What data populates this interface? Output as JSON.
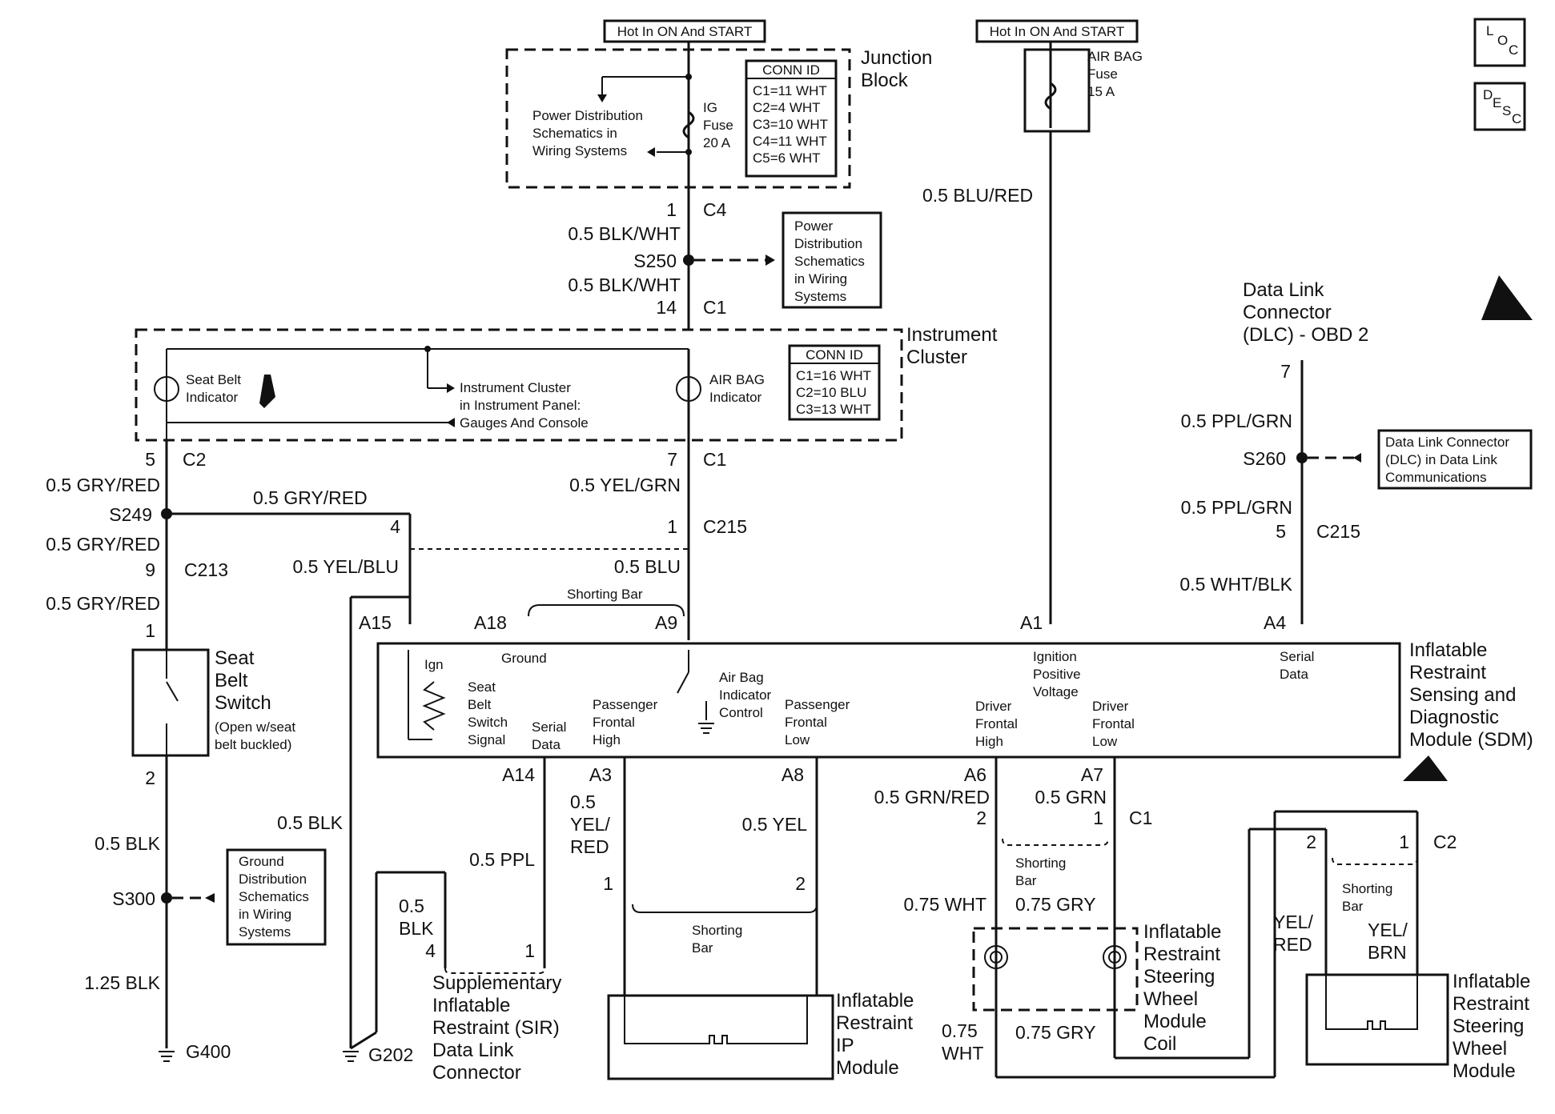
{
  "hot_labels": {
    "junction": "Hot In ON And START",
    "airbag": "Hot In ON And START"
  },
  "junction_block": {
    "title1": "Junction",
    "title2": "Block",
    "power_dist": [
      "Power Distribution",
      "Schematics in",
      "Wiring Systems"
    ],
    "fuse": [
      "IG",
      "Fuse",
      "20 A"
    ],
    "conn_id": {
      "header": "CONN ID",
      "rows": [
        "C1=11 WHT",
        "C2=4 WHT",
        "C3=10 WHT",
        "C4=11 WHT",
        "C5=6 WHT"
      ]
    }
  },
  "airbag_fuse": [
    "AIR BAG",
    "Fuse",
    "15 A"
  ],
  "wire_blu_red": "0.5 BLU/RED",
  "c4_pin": "1",
  "c4": "C4",
  "blk_wht_1": "0.5 BLK/WHT",
  "s250": "S250",
  "blk_wht_2": "0.5 BLK/WHT",
  "c1_pin_14": "14",
  "c1_a": "C1",
  "pd_box": [
    "Power",
    "Distribution",
    "Schematics",
    "in Wiring",
    "Systems"
  ],
  "instrument_cluster": {
    "title1": "Instrument",
    "title2": "Cluster",
    "seat_belt_indicator": [
      "Seat Belt",
      "Indicator"
    ],
    "ic_ref": [
      "Instrument Cluster",
      "in Instrument Panel:",
      "Gauges And Console"
    ],
    "airbag_indicator": [
      "AIR BAG",
      "Indicator"
    ],
    "conn_id": {
      "header": "CONN ID",
      "rows": [
        "C1=16 WHT",
        "C2=10 BLU",
        "C3=13 WHT"
      ]
    }
  },
  "dlc": {
    "title": [
      "Data Link",
      "Connector",
      "(DLC) - OBD 2"
    ],
    "pin": "7",
    "ppl_grn_1": "0.5 PPL/GRN",
    "s260": "S260",
    "ppl_grn_2": "0.5 PPL/GRN",
    "pin5": "5",
    "c215": "C215",
    "wht_blk": "0.5 WHT/BLK",
    "ref": [
      "Data Link Connector",
      "(DLC) in Data Link",
      "Communications"
    ]
  },
  "left": {
    "pin5": "5",
    "c2": "C2",
    "gry_red_1": "0.5 GRY/RED",
    "s249": "S249",
    "gry_red_2": "0.5 GRY/RED",
    "gry_red_3": "0.5 GRY/RED",
    "pin9": "9",
    "c213": "C213",
    "gry_red_4": "0.5 GRY/RED",
    "pin1": "1",
    "switch": [
      "Seat",
      "Belt",
      "Switch"
    ],
    "switch_note": [
      "(Open w/seat",
      "belt buckled)"
    ],
    "pin2": "2",
    "blk": "0.5 BLK",
    "s300": "S300",
    "blk125": "1.25 BLK",
    "g400": "G400",
    "gd_box": [
      "Ground",
      "Distribution",
      "Schematics",
      "in Wiring",
      "Systems"
    ]
  },
  "center": {
    "pin7": "7",
    "c1": "C1",
    "yel_grn": "0.5 YEL/GRN",
    "pin1": "1",
    "c215": "C215",
    "pin4": "4",
    "yel_blu": "0.5 YEL/BLU",
    "blu": "0.5 BLU",
    "shorting_bar": "Shorting Bar",
    "a15": "A15",
    "a18": "A18",
    "a9": "A9",
    "a1": "A1",
    "a4": "A4",
    "blk": "0.5 BLK",
    "g202": "G202"
  },
  "sdm": {
    "title": [
      "Inflatable",
      "Restraint",
      "Sensing and",
      "Diagnostic",
      "Module (SDM)"
    ],
    "ground": "Ground",
    "ign": "Ign",
    "seat_belt": [
      "Seat",
      "Belt",
      "Switch",
      "Signal"
    ],
    "serial1": [
      "Serial",
      "Data"
    ],
    "pass_high": [
      "Passenger",
      "Frontal",
      "High"
    ],
    "airbag_ctrl": [
      "Air Bag",
      "Indicator",
      "Control"
    ],
    "pass_low": [
      "Passenger",
      "Frontal",
      "Low"
    ],
    "drv_high": [
      "Driver",
      "Frontal",
      "High"
    ],
    "ign_pos": [
      "Ignition",
      "Positive",
      "Voltage"
    ],
    "drv_low": [
      "Driver",
      "Frontal",
      "Low"
    ],
    "serial2": [
      "Serial",
      "Data"
    ]
  },
  "bottom": {
    "a14": "A14",
    "a3": "A3",
    "a8": "A8",
    "a6": "A6",
    "a7": "A7",
    "ppl": "0.5 PPL",
    "yel_red": [
      "0.5",
      "YEL/",
      "RED"
    ],
    "yel": "0.5 YEL",
    "grn_red": "0.5 GRN/RED",
    "grn": "0.5 GRN",
    "blk05": [
      "0.5",
      "BLK"
    ],
    "pin4": "4",
    "pin1": "1",
    "sir_dlc": [
      "Supplementary",
      "Inflatable",
      "Restraint (SIR)",
      "Data Link",
      "Connector"
    ],
    "ip_pin1": "1",
    "ip_pin2": "2",
    "ip_shorting": [
      "Shorting",
      "Bar"
    ],
    "ip_module": [
      "Inflatable",
      "Restraint",
      "IP",
      "Module"
    ],
    "c1_pin2": "2",
    "c1_pin1": "1",
    "c1": "C1",
    "c1_shorting": [
      "Shorting",
      "Bar"
    ],
    "wht075": "0.75 WHT",
    "gry075": "0.75 GRY",
    "coil": [
      "Inflatable",
      "Restraint",
      "Steering",
      "Wheel",
      "Module",
      "Coil"
    ],
    "wht075_b": [
      "0.75",
      "WHT"
    ],
    "gry075_b": "0.75 GRY",
    "c2_pin2": "2",
    "c2_pin1": "1",
    "c2": "C2",
    "c2_shorting": [
      "Shorting",
      "Bar"
    ],
    "yel_red2": [
      "YEL/",
      "RED"
    ],
    "yel_brn": [
      "YEL/",
      "BRN"
    ],
    "sw_module": [
      "Inflatable",
      "Restraint",
      "Steering",
      "Wheel",
      "Module"
    ]
  },
  "icons": {
    "loc": [
      "L",
      "O",
      "C"
    ],
    "desc": [
      "D",
      "E",
      "S",
      "C"
    ]
  }
}
